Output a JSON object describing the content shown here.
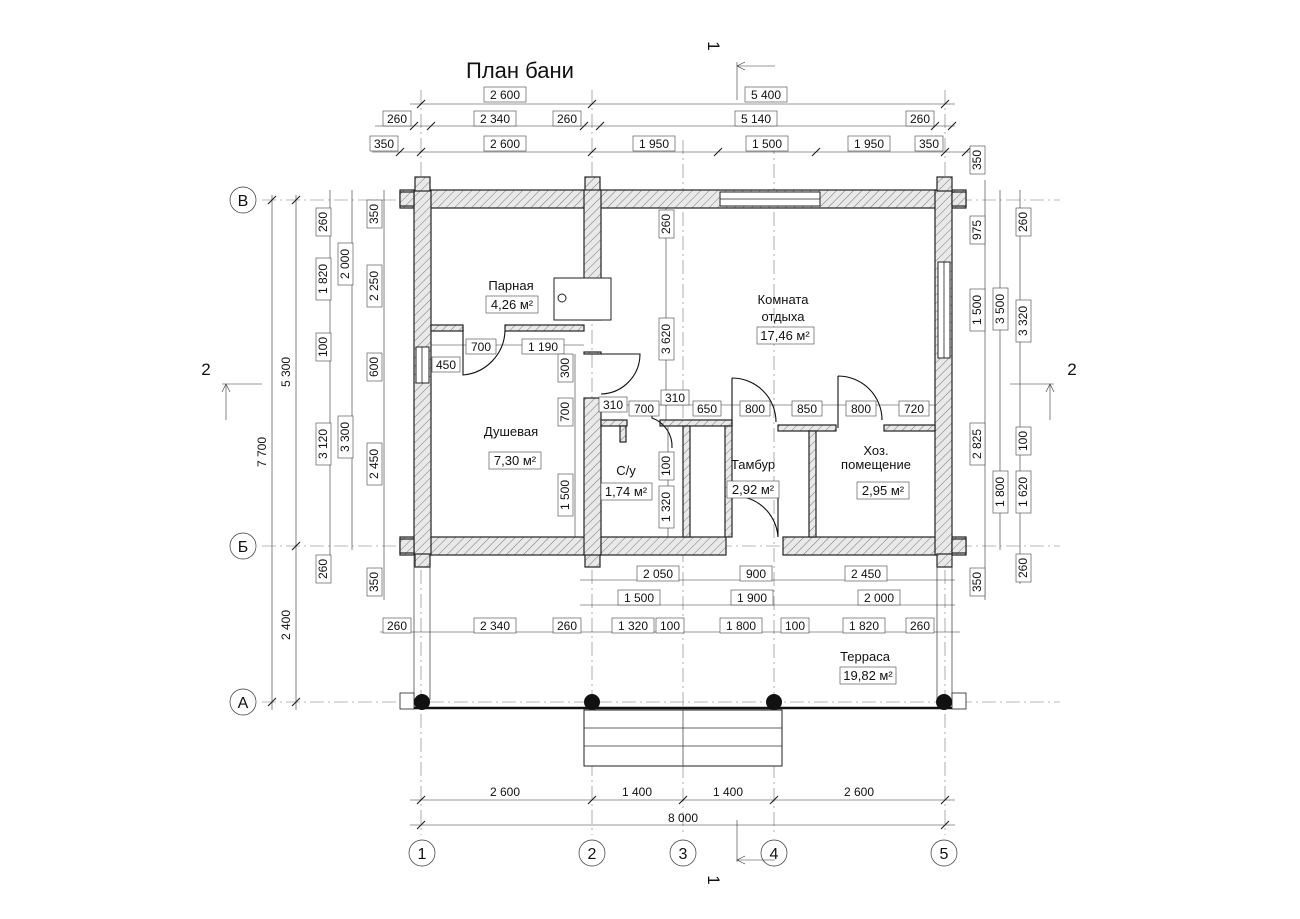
{
  "title": "План бани",
  "rooms": [
    {
      "name": "Парная",
      "area": "4,26 м²"
    },
    {
      "name": "Комната",
      "name2": "отдыха",
      "area": "17,46 м²"
    },
    {
      "name": "Душевая",
      "area": "7,30 м²"
    },
    {
      "name": "С/у",
      "area": "1,74 м²"
    },
    {
      "name": "Тамбур",
      "area": "2,92 м²"
    },
    {
      "name": "Хоз.",
      "name2": "помещение",
      "area": "2,95 м²"
    },
    {
      "name": "Терраса",
      "area": "19,82 м²"
    }
  ],
  "axes": {
    "columns": [
      "1",
      "2",
      "3",
      "4",
      "5"
    ],
    "rows": [
      "В",
      "Б",
      "А"
    ]
  },
  "section_marks": {
    "vertical": "1",
    "horizontal": "2"
  },
  "dims": {
    "top1": [
      "2 600",
      "5 400"
    ],
    "top2": [
      "260",
      "2 340",
      "260",
      "5 140",
      "260"
    ],
    "top3": [
      "350",
      "2 600",
      "1 950",
      "1 500",
      "1 950",
      "350"
    ],
    "bottom1": [
      "2 600",
      "1 400",
      "1 400",
      "2 600"
    ],
    "bottom_total": "8 000",
    "left1": [
      "7 700"
    ],
    "left2": [
      "5 300",
      "2 400"
    ],
    "left3": [
      "260",
      "1 820",
      "100",
      "3 120",
      "260"
    ],
    "left4": [
      "2 000",
      "3 300"
    ],
    "left5": [
      "350",
      "2 250",
      "600",
      "2 450",
      "350"
    ],
    "right1": [
      "350",
      "975",
      "1 500",
      "2 825",
      "350"
    ],
    "right2": [
      "3 500",
      "1 800"
    ],
    "right3": [
      "260",
      "3 320",
      "100",
      "1 620",
      "260"
    ],
    "terrace1": [
      "2 050",
      "900",
      "2 450"
    ],
    "terrace2": [
      "1 500",
      "1 900",
      "2 000"
    ],
    "terrace3": [
      "260",
      "2 340",
      "260",
      "1 320",
      "100",
      "1 800",
      "100",
      "1 820",
      "260"
    ],
    "inner": {
      "d700a": "700",
      "d1190": "1 190",
      "d450": "450",
      "d300": "300",
      "d3620": "3 620",
      "d260v": "260",
      "d700v": "700",
      "d310a": "310",
      "d700b": "700",
      "d310b": "310",
      "d650": "650",
      "d800a": "800",
      "d850": "850",
      "d800b": "800",
      "d720": "720",
      "d100v": "100",
      "d1500v": "1 500",
      "d1320v": "1 320"
    }
  }
}
